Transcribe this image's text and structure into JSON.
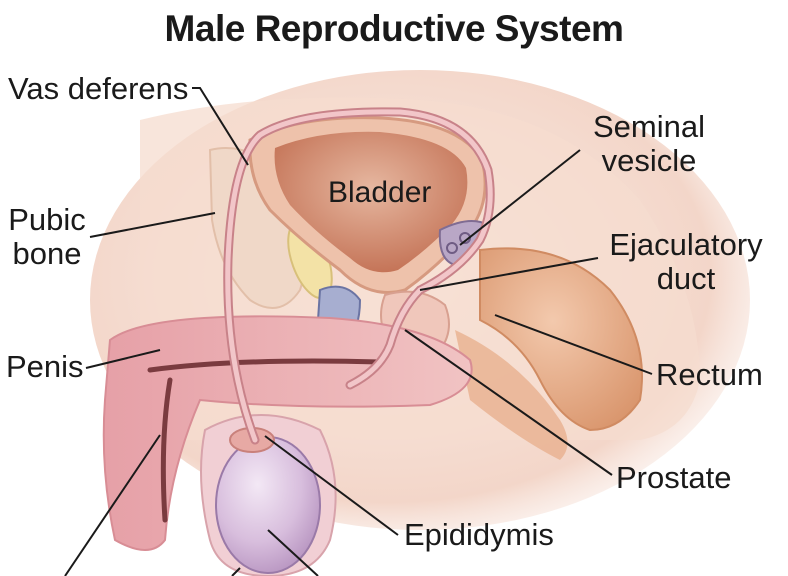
{
  "title": "Male Reproductive System",
  "labels": {
    "vas_deferens": "Vas deferens",
    "seminal_vesicle_line1": "Seminal",
    "seminal_vesicle_line2": "vesicle",
    "bladder": "Bladder",
    "pubic_bone_line1": "Pubic",
    "pubic_bone_line2": "bone",
    "ejaculatory_duct_line1": "Ejaculatory",
    "ejaculatory_duct_line2": "duct",
    "penis": "Penis",
    "rectum": "Rectum",
    "prostate": "Prostate",
    "epididymis": "Epididymis"
  },
  "colors": {
    "tissue_light": "#f6ddd2",
    "tissue_mid": "#eebfae",
    "penis_pink": "#e9a7ad",
    "bladder_wall": "#e8b79e",
    "bladder_inner": "#c9785a",
    "testis": "#d7bfdc",
    "vas_deferens": "#e9a7ad",
    "rectum": "#e3a47e",
    "leader_line": "#1a1a1a"
  }
}
